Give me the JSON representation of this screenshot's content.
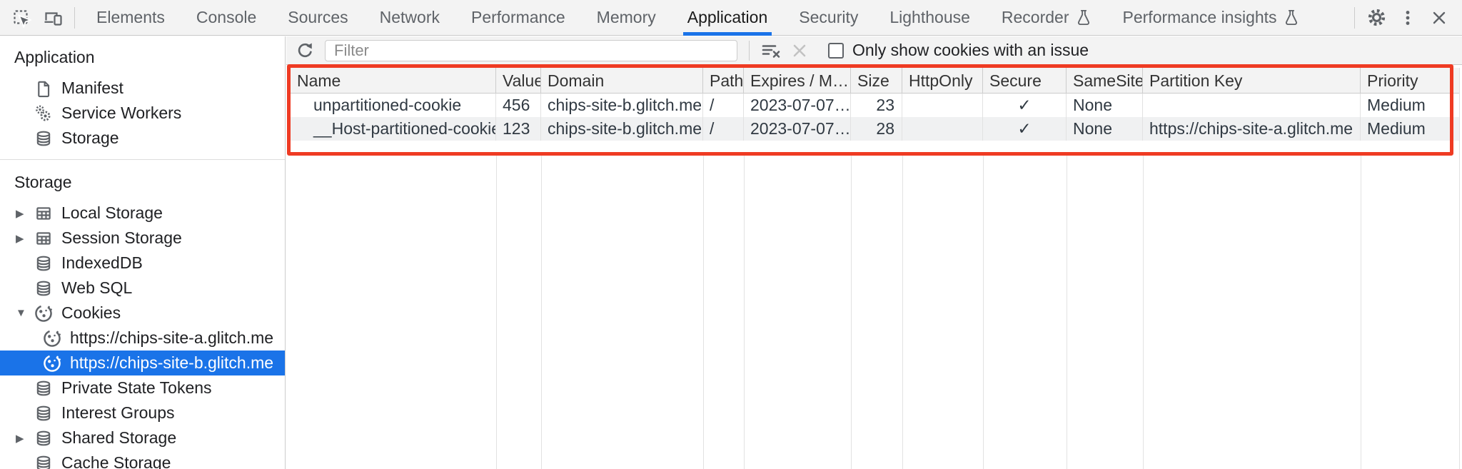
{
  "colors": {
    "accent_blue": "#1a73e8",
    "highlight_red": "#ef3b23",
    "toolbar_bg": "#f3f3f3",
    "selected_row_bg": "#1a73e8"
  },
  "tabs": {
    "items": [
      {
        "label": "Elements"
      },
      {
        "label": "Console"
      },
      {
        "label": "Sources"
      },
      {
        "label": "Network"
      },
      {
        "label": "Performance"
      },
      {
        "label": "Memory"
      },
      {
        "label": "Application",
        "selected": true
      },
      {
        "label": "Security"
      },
      {
        "label": "Lighthouse"
      },
      {
        "label": "Recorder",
        "icon": "flask-icon"
      },
      {
        "label": "Performance insights",
        "icon": "flask-icon"
      }
    ]
  },
  "sidebar": {
    "app_section": {
      "header": "Application",
      "items": [
        {
          "label": "Manifest",
          "icon": "manifest-file-icon"
        },
        {
          "label": "Service Workers",
          "icon": "service-workers-gears-icon"
        },
        {
          "label": "Storage",
          "icon": "database-icon"
        }
      ]
    },
    "storage_section": {
      "header": "Storage",
      "items": [
        {
          "label": "Local Storage",
          "icon": "table-icon",
          "arrow": "▶"
        },
        {
          "label": "Session Storage",
          "icon": "table-icon",
          "arrow": "▶"
        },
        {
          "label": "IndexedDB",
          "icon": "database-icon",
          "arrow": ""
        },
        {
          "label": "Web SQL",
          "icon": "database-icon",
          "arrow": ""
        },
        {
          "label": "Cookies",
          "icon": "cookie-icon",
          "arrow": "▼"
        },
        {
          "label": "https://chips-site-a.glitch.me",
          "icon": "cookie-icon",
          "child": true
        },
        {
          "label": "https://chips-site-b.glitch.me",
          "icon": "cookie-icon",
          "child": true,
          "selected": true
        },
        {
          "label": "Private State Tokens",
          "icon": "database-icon",
          "arrow": ""
        },
        {
          "label": "Interest Groups",
          "icon": "database-icon",
          "arrow": ""
        },
        {
          "label": "Shared Storage",
          "icon": "database-icon",
          "arrow": "▶"
        },
        {
          "label": "Cache Storage",
          "icon": "database-icon",
          "arrow": ""
        }
      ]
    }
  },
  "filter_bar": {
    "placeholder": "Filter",
    "filter_value": "",
    "only_show_label": "Only show cookies with an issue",
    "checkbox_checked": false
  },
  "cookie_table": {
    "columns": [
      "Name",
      "Value",
      "Domain",
      "Path",
      "Expires / M…",
      "Size",
      "HttpOnly",
      "Secure",
      "SameSite",
      "Partition Key",
      "Priority"
    ],
    "rows": [
      [
        "unpartitioned-cookie",
        "456",
        "chips-site-b.glitch.me",
        "/",
        "2023-07-07…",
        "23",
        "",
        "✓",
        "None",
        "",
        "Medium"
      ],
      [
        "__Host-partitioned-cookie",
        "123",
        "chips-site-b.glitch.me",
        "/",
        "2023-07-07…",
        "28",
        "",
        "✓",
        "None",
        "https://chips-site-a.glitch.me",
        "Medium"
      ]
    ]
  }
}
